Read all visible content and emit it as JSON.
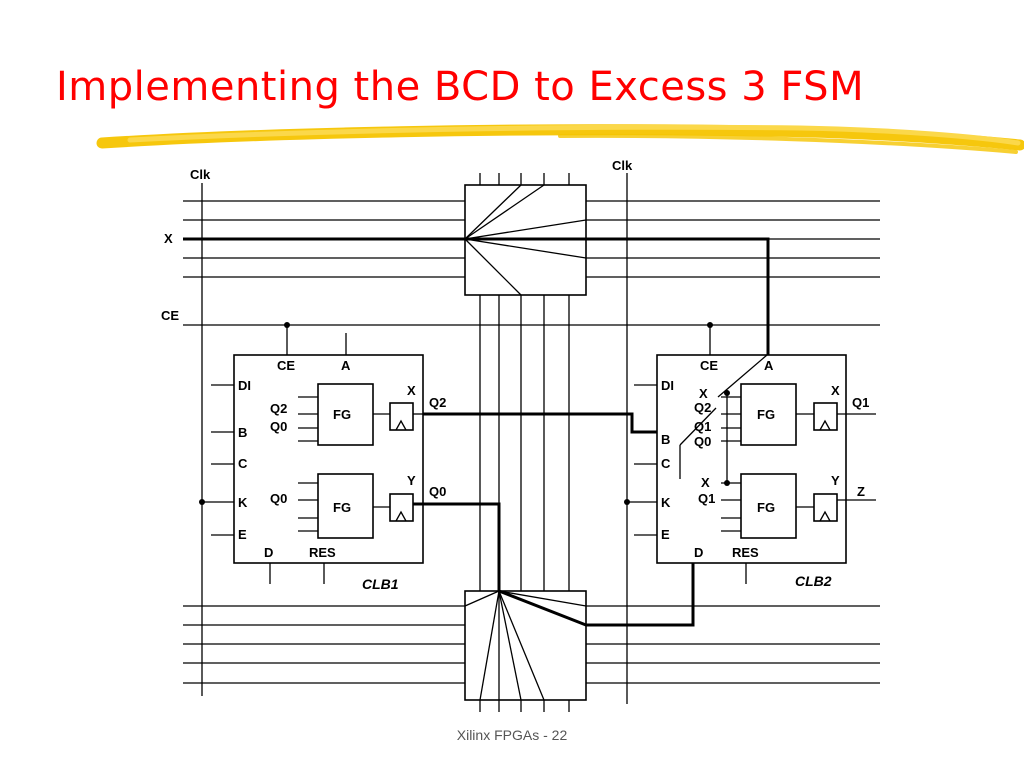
{
  "slide": {
    "title": "Implementing the BCD to Excess 3 FSM",
    "footer": "Xilinx FPGAs - 22"
  },
  "colors": {
    "title": "#ff0000",
    "highlight_stroke": "#f5c400",
    "wiring": "#000000"
  },
  "diagram": {
    "global_signals": {
      "clk_left": "Clk",
      "clk_right": "Clk",
      "x_input": "X",
      "ce": "CE"
    },
    "clb1": {
      "name": "CLB1",
      "pins": {
        "ce": "CE",
        "a": "A",
        "di": "DI",
        "b": "B",
        "c": "C",
        "k": "K",
        "e": "E",
        "d": "D",
        "res": "RES"
      },
      "fg_top": {
        "label": "FG",
        "inputs": [
          "Q2",
          "Q0"
        ],
        "out": "X",
        "net": "Q2"
      },
      "fg_bottom": {
        "label": "FG",
        "inputs": [
          "Q0"
        ],
        "out": "Y",
        "net": "Q0"
      }
    },
    "clb2": {
      "name": "CLB2",
      "pins": {
        "ce": "CE",
        "a": "A",
        "di": "DI",
        "b": "B",
        "c": "C",
        "k": "K",
        "e": "E",
        "d": "D",
        "res": "RES"
      },
      "fg_top": {
        "label": "FG",
        "inputs": [
          "X",
          "Q2",
          "Q1",
          "Q0"
        ],
        "out": "X",
        "net": "Q1"
      },
      "fg_bottom": {
        "label": "FG",
        "inputs": [
          "X",
          "Q1"
        ],
        "out": "Y",
        "net": "Z"
      }
    }
  }
}
